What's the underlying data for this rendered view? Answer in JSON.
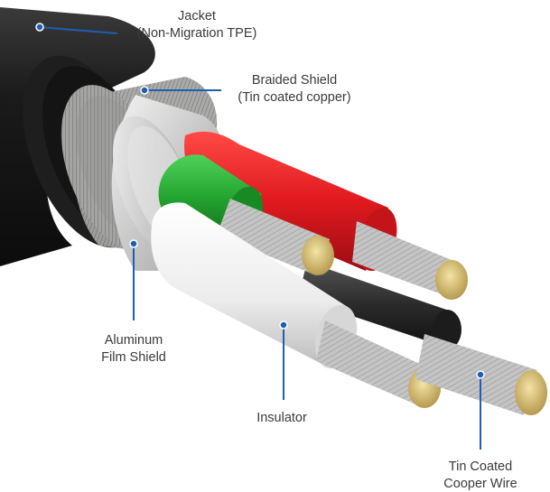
{
  "diagram": {
    "labels": {
      "jacket": {
        "line1": "Jacket",
        "line2": "(Non-Migration TPE)"
      },
      "braided_shield": {
        "line1": "Braided Shield",
        "line2": "(Tin coated copper)"
      },
      "aluminum_shield": {
        "line1": "Aluminum",
        "line2": "Film Shield"
      },
      "insulator": {
        "line1": "Insulator"
      },
      "wire": {
        "line1": "Tin Coated",
        "line2": "Cooper Wire"
      }
    },
    "colors": {
      "leader": "#1f5fb0",
      "jacket": "#1b1b1b",
      "braid": "#9c9c9a",
      "aluminum": "#d9d9d9",
      "red_insulation": "#e0191f",
      "green_insulation": "#22a22f",
      "white_insulation": "#efefef",
      "black_insulation": "#2b2b2b",
      "copper_tips": "#d8c27a"
    }
  }
}
